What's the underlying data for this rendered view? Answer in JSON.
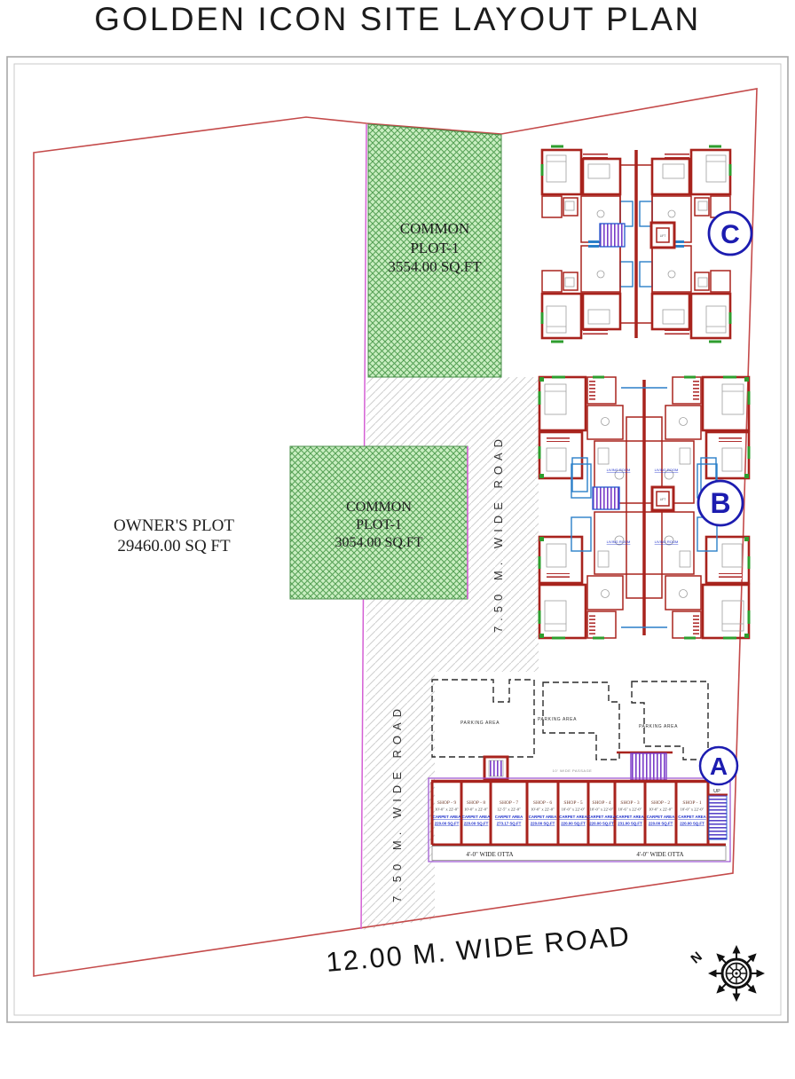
{
  "title": "GOLDEN ICON SITE LAYOUT PLAN",
  "plots": {
    "owner_plot": {
      "name": "OWNER'S PLOT",
      "area": "29460.00 SQ FT"
    },
    "common_plot_top": {
      "line1": "COMMON",
      "line2": "PLOT-1",
      "line3": "3554.00 SQ.FT"
    },
    "common_plot_mid": {
      "line1": "COMMON",
      "line2": "PLOT-1",
      "line3": "3054.00 SQ.FT"
    }
  },
  "roads": {
    "road_upper": "7.50 M. WIDE ROAD",
    "road_lower": "7.50 M. WIDE ROAD",
    "road_bottom": "12.00 M. WIDE ROAD"
  },
  "buildings": {
    "c_label": "C",
    "b_label": "B",
    "a_label": "A",
    "room_label": "LIVING ROOM",
    "lift_label": "LIFT"
  },
  "parking": {
    "labels": [
      "PARKING AREA",
      "PARKING AREA",
      "PARKING AREA"
    ],
    "passage": "10' WIDE PASSAGE"
  },
  "shops": {
    "list": [
      {
        "name": "SHOP - 9",
        "dim": "10'-0\" x 22'-0\"",
        "carpet": "CARPET AREA",
        "area": "220.00 SQ.FT"
      },
      {
        "name": "SHOP - 8",
        "dim": "10'-0\" x 22'-0\"",
        "carpet": "CARPET AREA",
        "area": "220.00 SQ.FT"
      },
      {
        "name": "SHOP - 7",
        "dim": "12'-5\" x 22'-0\"",
        "carpet": "CARPET AREA",
        "area": "273.17 SQ.FT"
      },
      {
        "name": "SHOP - 6",
        "dim": "10'-0\" x 22'-0\"",
        "carpet": "CARPET AREA",
        "area": "220.00 SQ.FT"
      },
      {
        "name": "SHOP - 5",
        "dim": "10'-0\" x 22'-0\"",
        "carpet": "CARPET AREA",
        "area": "220.00 SQ.FT"
      },
      {
        "name": "SHOP - 4",
        "dim": "10'-0\" x 22'-0\"",
        "carpet": "CARPET AREA",
        "area": "220.00 SQ.FT"
      },
      {
        "name": "SHOP - 3",
        "dim": "10'-6\" x 22'-0\"",
        "carpet": "CARPET AREA",
        "area": "231.00 SQ.FT"
      },
      {
        "name": "SHOP - 2",
        "dim": "10'-0\" x 22'-0\"",
        "carpet": "CARPET AREA",
        "area": "220.00 SQ.FT"
      },
      {
        "name": "SHOP - 1",
        "dim": "10'-0\" x 22'-0\"",
        "carpet": "CARPET AREA",
        "area": "220.00 SQ.FT"
      }
    ],
    "otta_left": "4'-0\" WIDE OTTA",
    "otta_right": "4'-0\" WIDE OTTA",
    "up": "UP"
  },
  "compass": {
    "north": "N"
  },
  "colors": {
    "boundary": "#c44a4a",
    "wall": "#a8231d",
    "magenta": "#d45fd4",
    "green_hatch": "#55a055",
    "green_bg": "#c9eec1",
    "road_hatch": "#cfcfcf",
    "accent_blue": "#2a7fc9",
    "label_blue": "#1c1cb0",
    "carpet_blue": "#2233cc",
    "stair_purple": "#7a3cc8"
  }
}
